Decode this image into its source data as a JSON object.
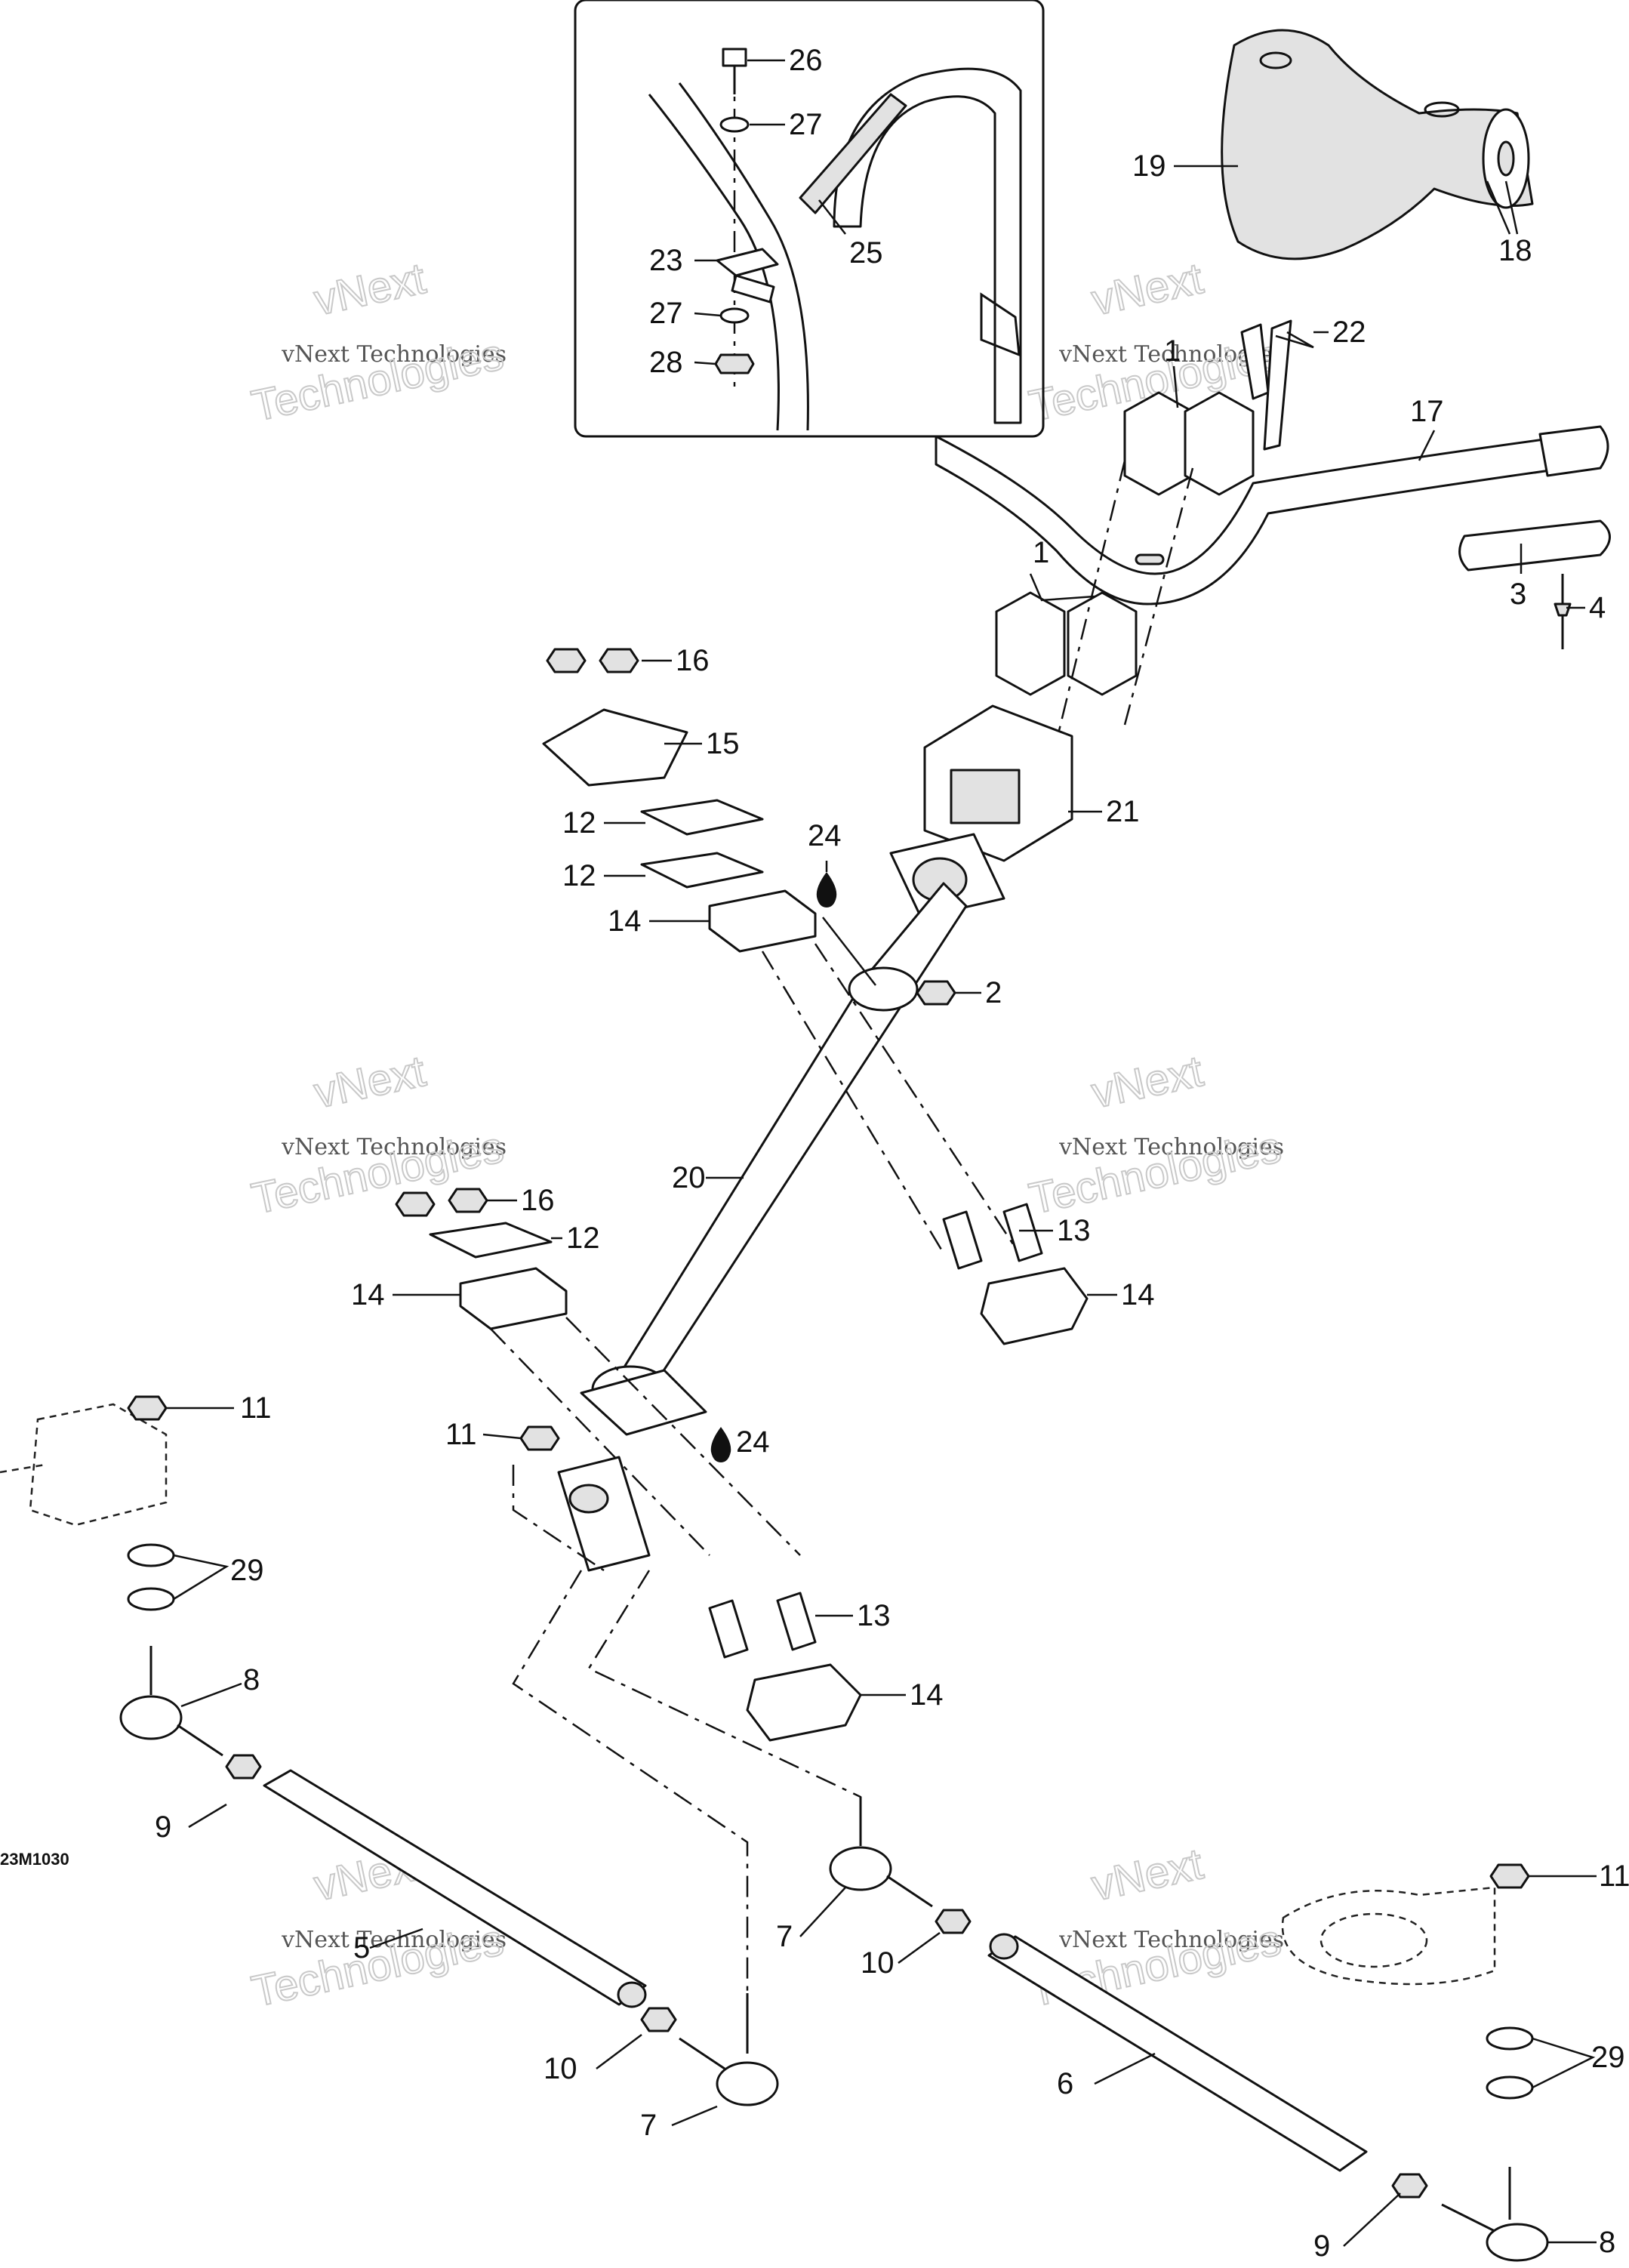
{
  "diagram": {
    "drawing_code": "23M1030",
    "watermark": {
      "line1": "vNext",
      "line2": "vNext Technologies",
      "line3": "Technologies"
    },
    "callouts": [
      {
        "id": "c26",
        "label": "26"
      },
      {
        "id": "c27a",
        "label": "27"
      },
      {
        "id": "c25",
        "label": "25"
      },
      {
        "id": "c23",
        "label": "23"
      },
      {
        "id": "c27b",
        "label": "27"
      },
      {
        "id": "c28",
        "label": "28"
      },
      {
        "id": "c19",
        "label": "19"
      },
      {
        "id": "c18",
        "label": "18"
      },
      {
        "id": "c22",
        "label": "22"
      },
      {
        "id": "c1a",
        "label": "1"
      },
      {
        "id": "c17",
        "label": "17"
      },
      {
        "id": "c3",
        "label": "3"
      },
      {
        "id": "c4",
        "label": "4"
      },
      {
        "id": "c1b",
        "label": "1"
      },
      {
        "id": "c16a",
        "label": "16"
      },
      {
        "id": "c15",
        "label": "15"
      },
      {
        "id": "c21",
        "label": "21"
      },
      {
        "id": "c12a",
        "label": "12"
      },
      {
        "id": "c24a",
        "label": "24"
      },
      {
        "id": "c12b",
        "label": "12"
      },
      {
        "id": "c14a",
        "label": "14"
      },
      {
        "id": "c2",
        "label": "2"
      },
      {
        "id": "c20",
        "label": "20"
      },
      {
        "id": "c16b",
        "label": "16"
      },
      {
        "id": "c12c",
        "label": "12"
      },
      {
        "id": "c13a",
        "label": "13"
      },
      {
        "id": "c14b",
        "label": "14"
      },
      {
        "id": "c14c",
        "label": "14"
      },
      {
        "id": "c11a",
        "label": "11"
      },
      {
        "id": "c11b",
        "label": "11"
      },
      {
        "id": "c24b",
        "label": "24"
      },
      {
        "id": "c29a",
        "label": "29"
      },
      {
        "id": "c13b",
        "label": "13"
      },
      {
        "id": "c8a",
        "label": "8"
      },
      {
        "id": "c14d",
        "label": "14"
      },
      {
        "id": "c9a",
        "label": "9"
      },
      {
        "id": "c7a",
        "label": "7"
      },
      {
        "id": "c10a",
        "label": "10"
      },
      {
        "id": "c5",
        "label": "5"
      },
      {
        "id": "c11c",
        "label": "11"
      },
      {
        "id": "c10b",
        "label": "10"
      },
      {
        "id": "c6",
        "label": "6"
      },
      {
        "id": "c7b",
        "label": "7"
      },
      {
        "id": "c29b",
        "label": "29"
      },
      {
        "id": "c9b",
        "label": "9"
      },
      {
        "id": "c8b",
        "label": "8"
      }
    ]
  }
}
